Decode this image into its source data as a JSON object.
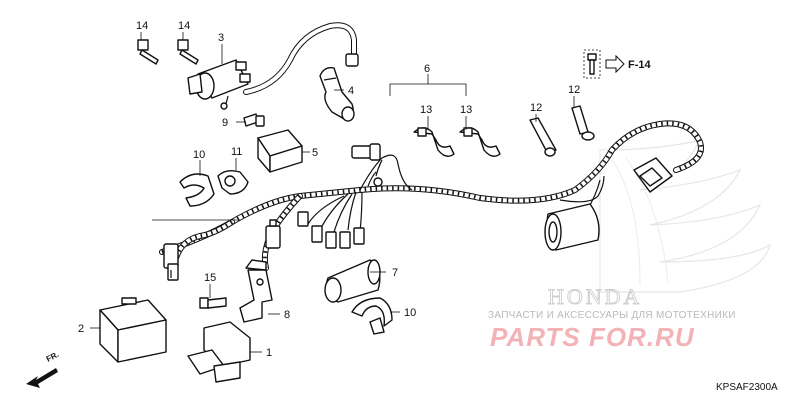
{
  "diagram": {
    "code": "KPSAF2300A",
    "ref_label": "F-14",
    "front_label": "FR.",
    "part_numbers": {
      "p1": "1",
      "p2": "2",
      "p3": "3",
      "p4": "4",
      "p5": "5",
      "p6": "6",
      "p7": "7",
      "p8": "8",
      "p9": "9",
      "p10a": "10",
      "p10b": "10",
      "p11": "11",
      "p12a": "12",
      "p12b": "12",
      "p13a": "13",
      "p13b": "13",
      "p14a": "14",
      "p14b": "14",
      "p15": "15"
    }
  },
  "watermark": {
    "caption": "ЗАПЧАСТИ И АКСЕССУАРЫ ДЛЯ МОТОТЕХНИКИ",
    "logo": "PARTS FOR.RU",
    "brand": "HONDA"
  }
}
